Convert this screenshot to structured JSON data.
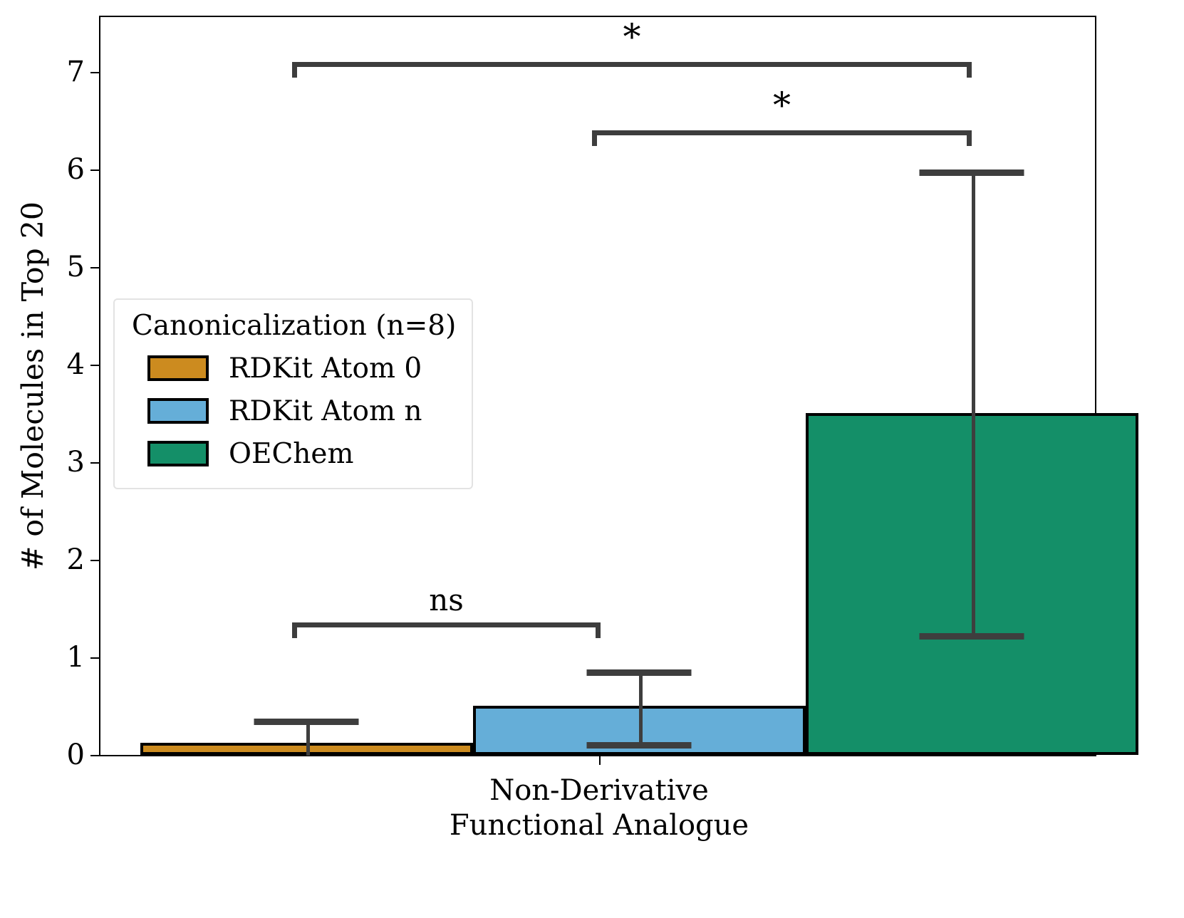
{
  "chart_data": {
    "type": "bar",
    "title": "",
    "xlabel": "Non-Derivative\nFunctional Analogue",
    "ylabel": "# of Molecules in Top 20",
    "categories": [
      "Non-Derivative Functional Analogue"
    ],
    "ylim": [
      0,
      7.6
    ],
    "yticks": [
      0,
      1,
      2,
      3,
      4,
      5,
      6,
      7
    ],
    "ytick_labels": [
      "0",
      "1",
      "2",
      "3",
      "4",
      "5",
      "6",
      "7"
    ],
    "grid": false,
    "legend_position": "upper left",
    "legend_title": "Canonicalization (n=8)",
    "series": [
      {
        "name": "RDKit Atom 0",
        "color": "#cc8b1f",
        "values": [
          0.125
        ],
        "err_low": [
          0.0
        ],
        "err_high": [
          0.375
        ]
      },
      {
        "name": "RDKit Atom n",
        "color": "#65aed8",
        "values": [
          0.5
        ],
        "err_low": [
          0.125
        ],
        "err_high": [
          0.875
        ]
      },
      {
        "name": "OEChem",
        "color": "#148f68",
        "values": [
          3.5
        ],
        "err_low": [
          1.25
        ],
        "err_high": [
          6.0
        ]
      }
    ],
    "annotations": [
      {
        "label": "*",
        "from": "RDKit Atom 0",
        "to": "OEChem",
        "y": 7.1
      },
      {
        "label": "*",
        "from": "RDKit Atom n",
        "to": "OEChem",
        "y": 6.4
      },
      {
        "label": "ns",
        "from": "RDKit Atom 0",
        "to": "RDKit Atom n",
        "y": 1.27
      }
    ]
  },
  "legend": {
    "title": "Canonicalization (n=8)",
    "items": [
      {
        "label": "RDKit Atom 0",
        "color": "#cc8b1f"
      },
      {
        "label": "RDKit Atom n",
        "color": "#65aed8"
      },
      {
        "label": "OEChem",
        "color": "#148f68"
      }
    ]
  },
  "axes": {
    "ylabel": "# of Molecules in Top 20",
    "xtick_label": "Non-Derivative\nFunctional Analogue",
    "ytick_labels": [
      "0",
      "1",
      "2",
      "3",
      "4",
      "5",
      "6",
      "7"
    ]
  },
  "significance": {
    "top_star": "*",
    "mid_star": "*",
    "ns": "ns"
  },
  "colors": {
    "bar_orange": "#cc8b1f",
    "bar_blue": "#65aed8",
    "bar_green": "#148f68",
    "error": "#3e3e3e",
    "bracket": "#3d3d3d",
    "axis": "#000000",
    "background": "#ffffff"
  }
}
